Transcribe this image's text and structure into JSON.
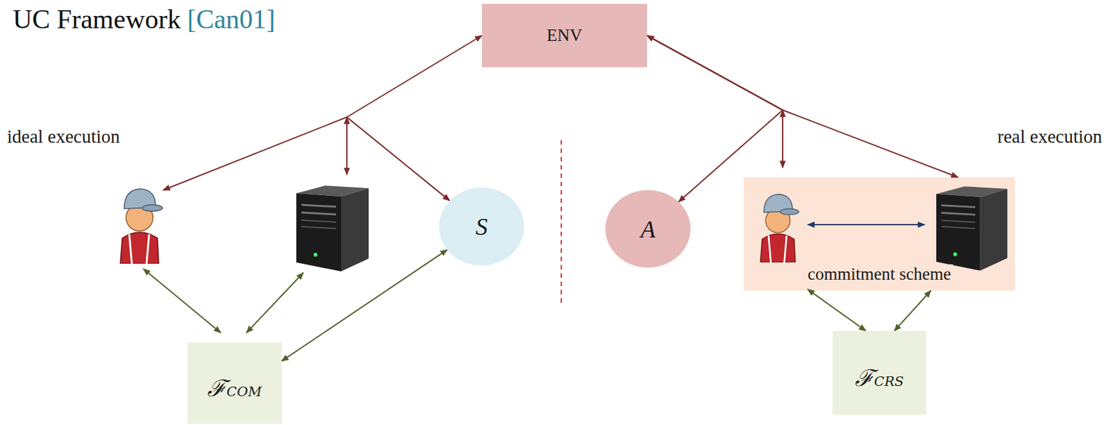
{
  "diagram": {
    "title": "UC Framework",
    "nodes": [
      {
        "text": [
          "ENV"
        ]
      },
      {
        "text": [
          "S"
        ]
      },
      {
        "text": [
          "ℱCOM"
        ]
      },
      {
        "text": [
          "A"
        ]
      },
      {
        "text": [
          "commitment scheme"
        ]
      },
      {
        "text": [
          "ℱCRS"
        ]
      }
    ],
    "edges": [
      {
        "from": 0,
        "to": 1,
        "arrow": "both"
      },
      {
        "from": 0,
        "to": 3,
        "arrow": "both"
      },
      {
        "from": 0,
        "to": 4,
        "arrow": "both"
      },
      {
        "from": 2,
        "to": 1,
        "arrow": "both"
      },
      {
        "from": 5,
        "to": 4,
        "arrow": "both"
      }
    ],
    "labels": [
      "[Can01]",
      "ideal execution",
      "real execution"
    ]
  }
}
